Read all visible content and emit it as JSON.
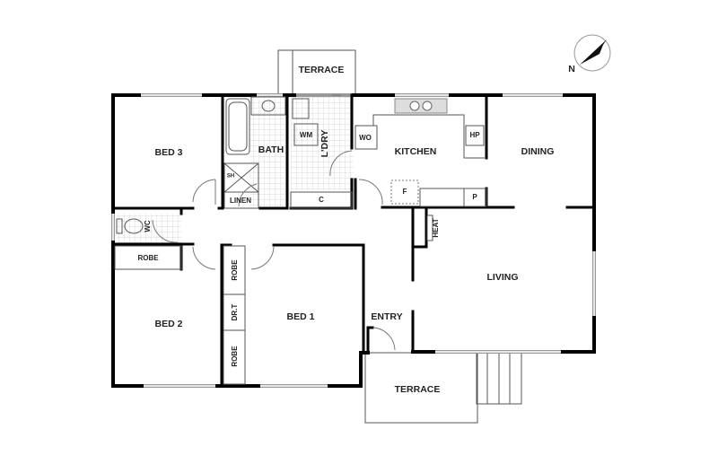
{
  "plan": {
    "rooms": {
      "bed3": "BED 3",
      "bath": "BATH",
      "laundry": "L'DRY",
      "kitchen": "KITCHEN",
      "dining": "DINING",
      "living": "LIVING",
      "bed2": "BED 2",
      "bed1": "BED 1",
      "entry": "ENTRY",
      "terrace_top": "TERRACE",
      "terrace_bottom": "TERRACE",
      "wc": "WC"
    },
    "fixtures": {
      "wm": "WM",
      "wo": "WO",
      "hp": "HP",
      "f": "F",
      "p": "P",
      "heat": "HEAT",
      "sh": "SH",
      "linen": "LINEN",
      "c": "C",
      "robe_bed2": "ROBE",
      "robe_bed1_top": "ROBE",
      "drt": "DR.T",
      "robe_bed1_bottom": "ROBE"
    },
    "compass": {
      "label": "N"
    },
    "colors": {
      "wall": "#000000",
      "window": "#999999",
      "tile": "#cccccc"
    }
  }
}
